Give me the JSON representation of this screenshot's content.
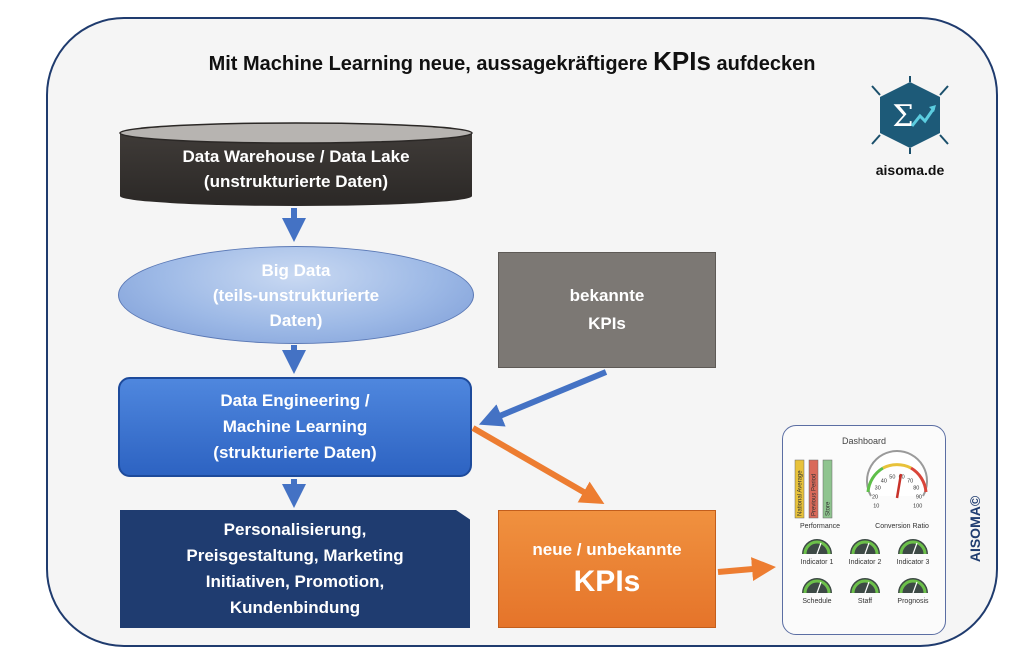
{
  "title": {
    "prefix": "Mit Machine Learning neue, aussagekräftigere ",
    "kpis": "KPIs",
    "suffix": " aufdecken"
  },
  "logo": {
    "icon": "sigma-arrow-hexagon-icon",
    "text": "aisoma.de"
  },
  "nodes": {
    "data_warehouse": {
      "line1": "Data Warehouse / Data Lake",
      "line2": "(unstrukturierte Daten)"
    },
    "big_data": {
      "line1": "Big Data",
      "line2": "(teils-unstrukturierte",
      "line3": "Daten)"
    },
    "data_engineering": {
      "line1": "Data Engineering /",
      "line2": "Machine Learning",
      "line3": "(strukturierte Daten)"
    },
    "output": {
      "line1": "Personalisierung,",
      "line2": "Preisgestaltung, Marketing",
      "line3": "Initiativen, Promotion,",
      "line4": "Kundenbindung"
    },
    "known_kpis": {
      "line1": "bekannte",
      "line2": "KPIs"
    },
    "new_kpis": {
      "line1": "neue / unbekannte",
      "line2": "KPIs"
    }
  },
  "dashboard": {
    "title": "Dashboard",
    "bars": [
      "National Average",
      "Previous Period",
      "Store"
    ],
    "bar_colors": [
      "#e8c23a",
      "#d96a5a",
      "#8fc48f"
    ],
    "performance_label": "Performance",
    "gauge_label": "Conversion Ratio",
    "gauge_ticks": [
      "10",
      "20",
      "30",
      "40",
      "50",
      "60",
      "70",
      "80",
      "90",
      "100"
    ],
    "indicators": [
      "Indicator 1",
      "Indicator 2",
      "Indicator 3",
      "Schedule",
      "Staff",
      "Prognosis"
    ]
  },
  "watermark": "AISOMA©",
  "colors": {
    "blue_arrow": "#4472c4",
    "orange_arrow": "#ed7d31",
    "frame": "#1f3b6e"
  }
}
